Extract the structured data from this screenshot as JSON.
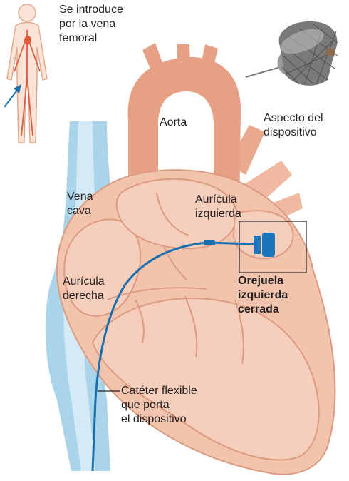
{
  "labels": {
    "entry_note": "Se introduce\npor la vena\nfemoral",
    "device_appearance": "Aspecto del\ndispositivo",
    "aorta": "Aorta",
    "vena_cava": "Vena\ncava",
    "left_atrium": "Aurícula\nizquierda",
    "right_atrium": "Aurícula\nderecha",
    "closed_appendage": "Orejuela\nizquierda\ncerrada",
    "catheter": "Catéter flexible\nque porta\nel dispositivo"
  },
  "colors": {
    "heart_fill": "#f2c4ae",
    "heart_inner": "#f5cfbc",
    "heart_line": "#dc9b80",
    "aorta_fill": "#e6a084",
    "vein_fill": "#a9d4ea",
    "vein_light": "#d4ebf6",
    "catheter": "#1a6faf",
    "device_blue": "#1b75bc",
    "body_fill": "#fbe3d6",
    "body_stroke": "#e0a98f",
    "vessel_red": "#e05a3c",
    "arrow_blue": "#1a6faf",
    "mesh_gray": "#7a7a7a",
    "text": "#231f20"
  }
}
